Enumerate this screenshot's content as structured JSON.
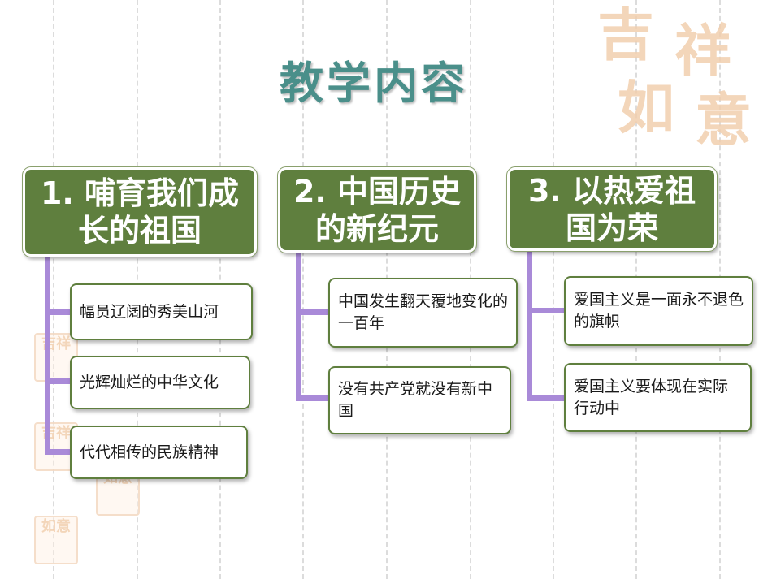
{
  "slide": {
    "title": "教学内容"
  },
  "columns": [
    {
      "heading_line1": "1. 哺育我们成",
      "heading_line2": "长的祖国",
      "items": [
        "幅员辽阔的秀美山河",
        "光辉灿烂的中华文化",
        "代代相传的民族精神"
      ]
    },
    {
      "heading_line1": "2. 中国历史",
      "heading_line2": "的新纪元",
      "items": [
        "中国发生翻天覆地变化的一百年",
        "没有共产党就没有新中国"
      ]
    },
    {
      "heading_line1": "3. 以热爱祖",
      "heading_line2": "国为荣",
      "items": [
        "爱国主义是一面永不退色的旗帜",
        "爱国主义要体现在实际行动中"
      ]
    }
  ],
  "decoration": {
    "seal_chars": [
      "吉",
      "祥",
      "如",
      "意"
    ]
  },
  "colors": {
    "heading_bg": "#5f7f3e",
    "connector": "#a98ad8",
    "title": "#4a8f8a"
  }
}
